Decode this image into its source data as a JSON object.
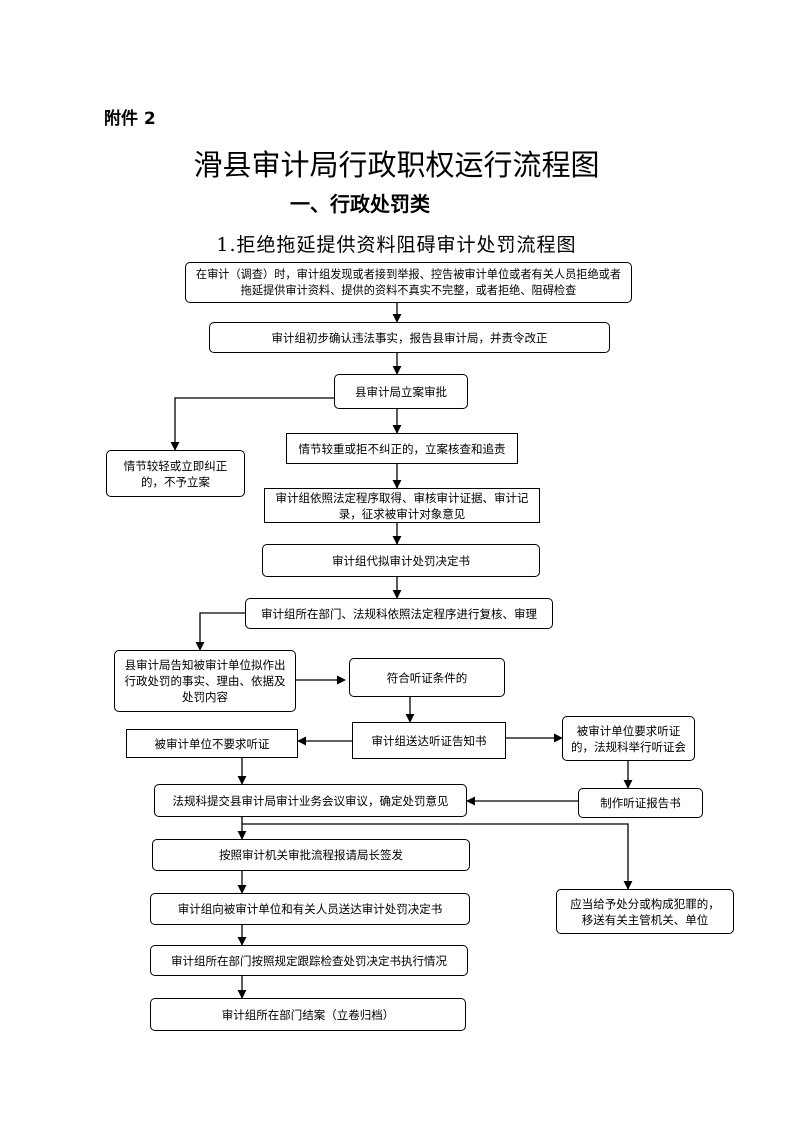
{
  "header": {
    "annex": "附件 2",
    "title": "滑县审计局行政职权运行流程图",
    "section": "一、行政处罚类",
    "subtitle": "1.拒绝拖延提供资料阻碍审计处罚流程图"
  },
  "flow": {
    "n1": "在审计（调查）时，审计组发现或者接到举报、控告被审计单位或者有关人员拒绝或者拖延提供审计资料、提供的资料不真实不完整，或者拒绝、阻碍检查",
    "n2": "审计组初步确认违法事实，报告县审计局，并责令改正",
    "n3": "县审计局立案审批",
    "n4": "情节较轻或立即纠正的，不予立案",
    "n5": "情节较重或拒不纠正的，立案核查和追责",
    "n6": "审计组依照法定程序取得、审核审计证据、审计记录，征求被审计对象意见",
    "n7": "审计组代拟审计处罚决定书",
    "n8": "审计组所在部门、法规科依照法定程序进行复核、审理",
    "n9": "县审计局告知被审计单位拟作出行政处罚的事实、理由、依据及处罚内容",
    "n10": "符合听证条件的",
    "n11": "审计组送达听证告知书",
    "n12": "被审计单位不要求听证",
    "n13": "被审计单位要求听证的，法规科举行听证会",
    "n14": "法规科提交县审计局审计业务会议审议，确定处罚意见",
    "n15": "制作听证报告书",
    "n16": "按照审计机关审批流程报请局长签发",
    "n17": "应当给予处分或构成犯罪的，移送有关主管机关、单位",
    "n18": "审计组向被审计单位和有关人员送达审计处罚决定书",
    "n19": "审计组所在部门按照规定跟踪检查处罚决定书执行情况",
    "n20": "审计组所在部门结案（立卷归档）"
  }
}
